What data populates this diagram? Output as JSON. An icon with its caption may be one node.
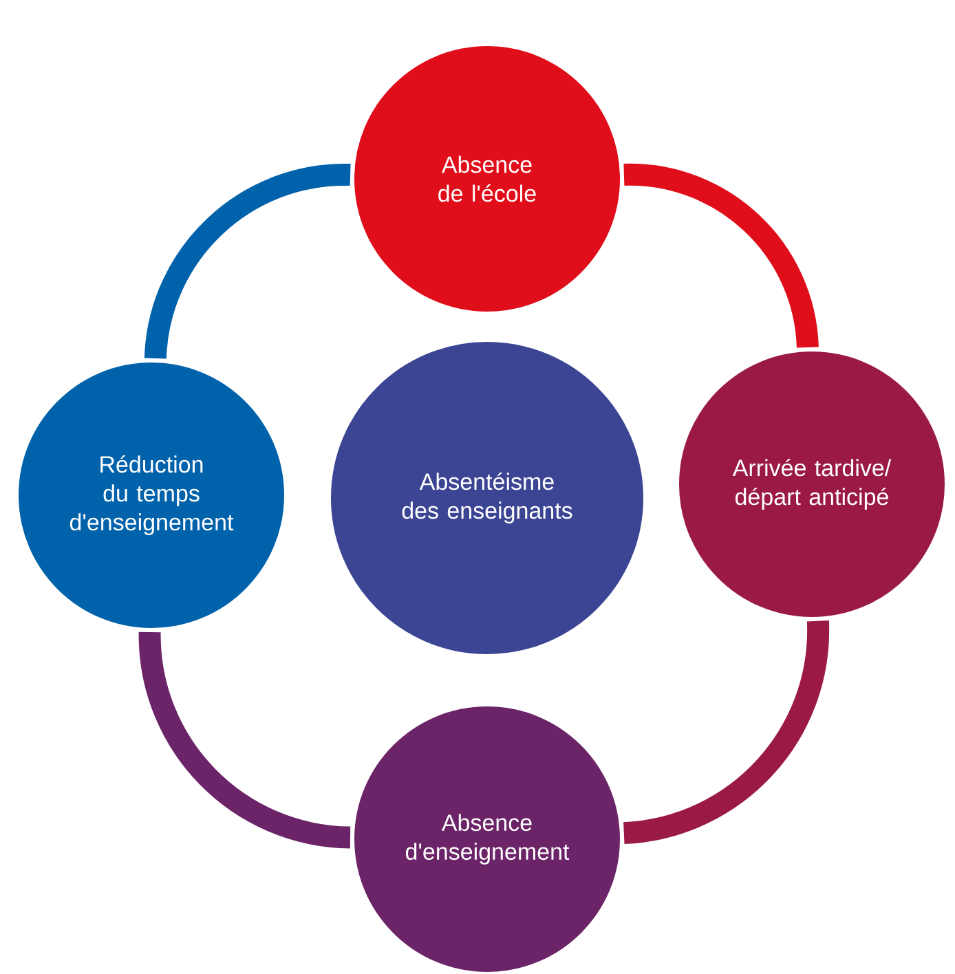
{
  "diagram": {
    "nodes": [
      {
        "text": [
          "Absence de l'école"
        ]
      },
      {
        "text": [
          "Absentéisme des enseignants"
        ]
      },
      {
        "text": [
          "Réduction du temps d'enseignement"
        ]
      },
      {
        "text": [
          "Arrivée tardive/ départ anticipé"
        ]
      },
      {
        "text": [
          "Absence d'enseignement"
        ]
      }
    ],
    "edges": [
      {
        "from": 0,
        "to": 3,
        "arrow": "none",
        "color": "#e00d1a"
      },
      {
        "from": 3,
        "to": 4,
        "arrow": "none",
        "color": "#9b1a45"
      },
      {
        "from": 4,
        "to": 2,
        "arrow": "none",
        "color": "#6b2468"
      },
      {
        "from": 2,
        "to": 0,
        "arrow": "none",
        "color": "#0062ab"
      }
    ]
  }
}
